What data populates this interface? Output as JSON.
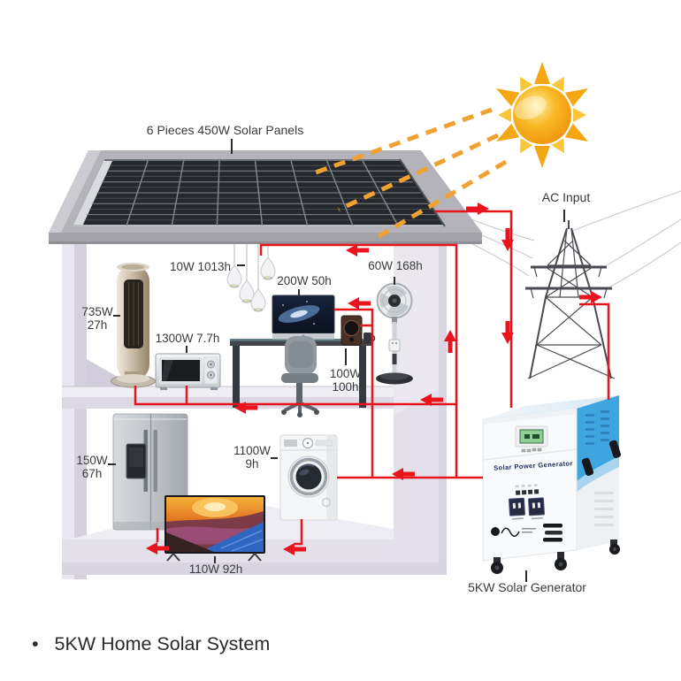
{
  "scene": {
    "panel_label": "6 Pieces 450W Solar Panels",
    "ac_input_label": "AC Input",
    "caption_bullet": "•",
    "caption": "5KW Home Solar System"
  },
  "generator": {
    "front_text": "Solar Power Generator",
    "label": "5KW Solar Generator"
  },
  "appliances": {
    "lamps": {
      "label": "10W 1013h"
    },
    "monitor": {
      "label": "200W 50h"
    },
    "fan": {
      "label": "60W 168h"
    },
    "tower_ac": {
      "watts": "735W",
      "hours": "27h"
    },
    "microwave": {
      "label": "1300W 7.7h"
    },
    "speaker": {
      "watts": "100W",
      "hours": "100h"
    },
    "fridge": {
      "watts": "150W",
      "hours": "67h"
    },
    "washer": {
      "watts": "1100W",
      "hours": "9h"
    },
    "tv": {
      "label": "110W 92h"
    }
  },
  "colors": {
    "wire_red": "#e7141c",
    "sun_orange": "#f5a81c",
    "ray_orange": "#efa232",
    "generator_blue": "#3fa5e0",
    "wall_lavender": "#e9e6f0",
    "panel_dark": "#25282c",
    "text_dark": "#3a3a3a"
  }
}
